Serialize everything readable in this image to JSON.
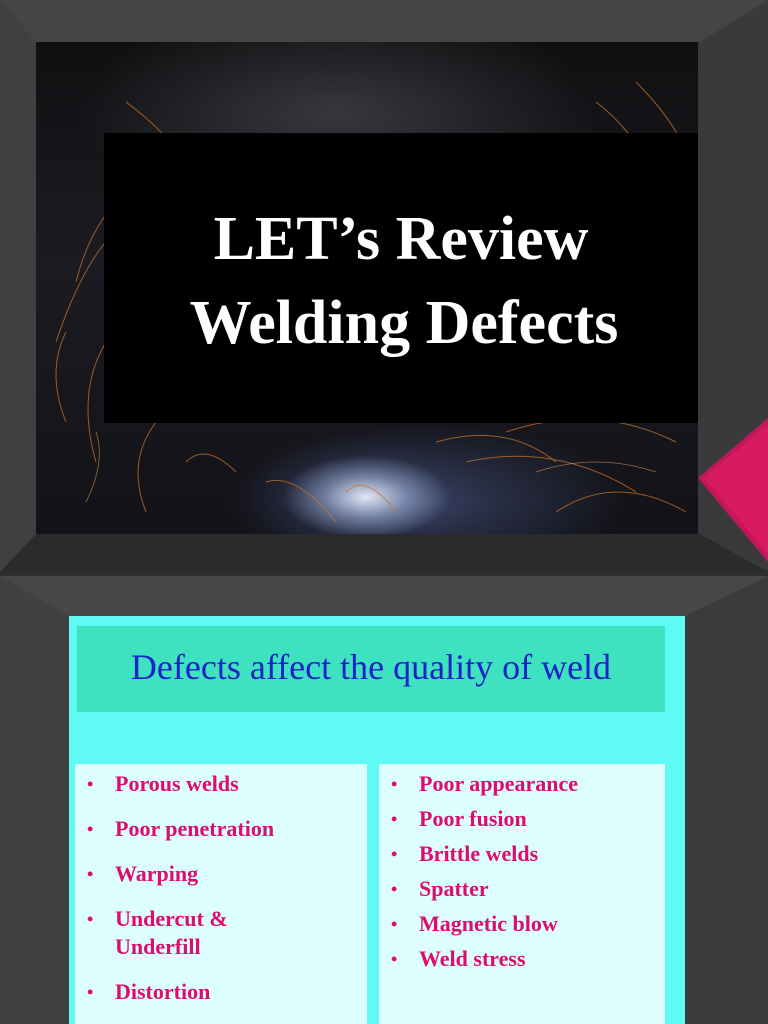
{
  "slides": [
    {
      "title_lines": [
        "LET’s Review",
        "Welding Defects"
      ]
    },
    {
      "heading": "Defects affect the quality of weld",
      "left_list": [
        "Porous welds",
        "Poor penetration",
        "Warping",
        "Undercut & Underfill",
        "Distortion"
      ],
      "right_list": [
        "Poor appearance",
        "Poor fusion",
        "Brittle welds",
        "Spatter",
        "Magnetic blow",
        "Weld stress"
      ]
    }
  ],
  "colors": {
    "slide_background": "#3a3a3a",
    "title_box": "#000000",
    "title_text": "#ffffff",
    "accent_arrow": "#d81b60",
    "content_background": "#5ffaf6",
    "heading_bar": "#3ee2c0",
    "heading_text": "#1a23c8",
    "bullet_text": "#de0c6e"
  }
}
